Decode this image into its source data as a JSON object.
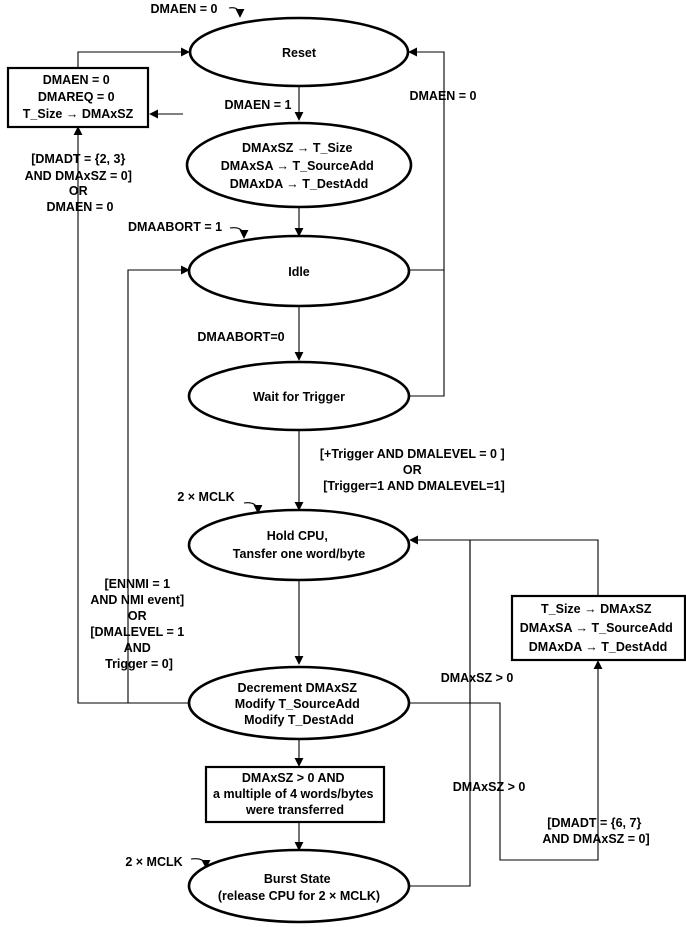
{
  "states": {
    "reset": [
      "Reset"
    ],
    "load": [
      "DMAxSZ → T_Size",
      "DMAxSA → T_SourceAdd",
      "DMAxDA → T_DestAdd"
    ],
    "idle": [
      "Idle"
    ],
    "wait": [
      "Wait for Trigger"
    ],
    "hold": [
      "Hold CPU,",
      "Tansfer one word/byte"
    ],
    "decrement": [
      "Decrement DMAxSZ",
      "Modify T_SourceAdd",
      "Modify T_DestAdd"
    ],
    "burst": [
      "Burst State",
      "(release CPU for 2 × MCLK)"
    ]
  },
  "boxes": {
    "reset_action": [
      "DMAEN = 0",
      "DMAREQ = 0",
      "T_Size → DMAxSZ"
    ],
    "reload_action": [
      "T_Size → DMAxSZ",
      "DMAxSA → T_SourceAdd",
      "DMAxDA → T_DestAdd"
    ],
    "burst_condition": [
      "DMAxSZ > 0 AND",
      "a multiple of 4 words/bytes",
      "were transferred"
    ]
  },
  "labels": {
    "reset_self": [
      "DMAEN = 0"
    ],
    "reset_to_load": [
      "DMAEN = 1"
    ],
    "to_reset_right": [
      "DMAEN = 0"
    ],
    "to_reset_left": [
      "[DMADT = {2, 3}",
      "AND DMAxSZ = 0]",
      "OR",
      "DMAEN = 0"
    ],
    "idle_self": [
      "DMAABORT = 1"
    ],
    "idle_to_wait": [
      "DMAABORT=0"
    ],
    "wait_to_hold": [
      "[+Trigger AND DMALEVEL = 0 ]",
      "OR",
      "[Trigger=1 AND DMALEVEL=1]"
    ],
    "hold_self": [
      "2 × MCLK"
    ],
    "to_idle_left": [
      "[ENNMI = 1",
      "AND NMI event]",
      "OR",
      "[DMALEVEL = 1",
      "AND",
      "Trigger = 0]"
    ],
    "dec_to_hold": [
      "DMAxSZ > 0"
    ],
    "burst_to_hold": [
      "DMAxSZ > 0"
    ],
    "to_reload": [
      "[DMADT = {6, 7}",
      "AND DMAxSZ =  0]"
    ],
    "burst_self": [
      "2 × MCLK"
    ]
  }
}
